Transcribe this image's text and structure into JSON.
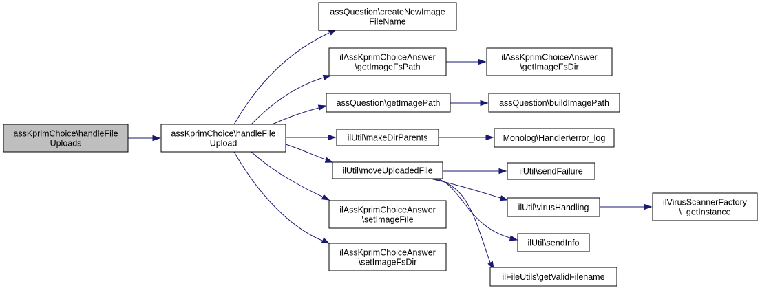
{
  "graph": {
    "colors": {
      "edge": "#191970",
      "root_fill": "#bfbfbf",
      "node_fill": "#ffffff",
      "border": "#000000"
    },
    "nodes": [
      {
        "id": "root",
        "lines": [
          "assKprimChoice\\handleFile",
          "Uploads"
        ],
        "highlighted": true
      },
      {
        "id": "handle",
        "lines": [
          "assKprimChoice\\handleFile",
          "Upload"
        ]
      },
      {
        "id": "createNew",
        "lines": [
          "assQuestion\\createNewImage",
          "FileName"
        ]
      },
      {
        "id": "getFsPath",
        "lines": [
          "ilAssKprimChoiceAnswer",
          "\\getImageFsPath"
        ]
      },
      {
        "id": "getFsDir",
        "lines": [
          "ilAssKprimChoiceAnswer",
          "\\getImageFsDir"
        ]
      },
      {
        "id": "getImagePath",
        "lines": [
          "assQuestion\\getImagePath"
        ]
      },
      {
        "id": "buildImagePath",
        "lines": [
          "assQuestion\\buildImagePath"
        ]
      },
      {
        "id": "makeDirParents",
        "lines": [
          "ilUtil\\makeDirParents"
        ]
      },
      {
        "id": "errorLog",
        "lines": [
          "Monolog\\Handler\\error_log"
        ]
      },
      {
        "id": "moveUploaded",
        "lines": [
          "ilUtil\\moveUploadedFile"
        ]
      },
      {
        "id": "sendFailure",
        "lines": [
          "ilUtil\\sendFailure"
        ]
      },
      {
        "id": "virusHandling",
        "lines": [
          "ilUtil\\virusHandling"
        ]
      },
      {
        "id": "virusFactory",
        "lines": [
          "ilVirusScannerFactory",
          "\\_getInstance"
        ]
      },
      {
        "id": "sendInfo",
        "lines": [
          "ilUtil\\sendInfo"
        ]
      },
      {
        "id": "validFilename",
        "lines": [
          "ilFileUtils\\getValidFilename"
        ]
      },
      {
        "id": "setImageFile",
        "lines": [
          "ilAssKprimChoiceAnswer",
          "\\setImageFile"
        ]
      },
      {
        "id": "setImageFsDir",
        "lines": [
          "ilAssKprimChoiceAnswer",
          "\\setImageFsDir"
        ]
      }
    ],
    "edges": [
      {
        "from": "root",
        "to": "handle"
      },
      {
        "from": "handle",
        "to": "createNew"
      },
      {
        "from": "handle",
        "to": "getFsPath"
      },
      {
        "from": "handle",
        "to": "getImagePath"
      },
      {
        "from": "handle",
        "to": "makeDirParents"
      },
      {
        "from": "handle",
        "to": "moveUploaded"
      },
      {
        "from": "handle",
        "to": "setImageFile"
      },
      {
        "from": "handle",
        "to": "setImageFsDir"
      },
      {
        "from": "getFsPath",
        "to": "getFsDir"
      },
      {
        "from": "getImagePath",
        "to": "buildImagePath"
      },
      {
        "from": "makeDirParents",
        "to": "errorLog"
      },
      {
        "from": "moveUploaded",
        "to": "sendFailure"
      },
      {
        "from": "moveUploaded",
        "to": "virusHandling"
      },
      {
        "from": "moveUploaded",
        "to": "sendInfo"
      },
      {
        "from": "moveUploaded",
        "to": "validFilename"
      },
      {
        "from": "virusHandling",
        "to": "virusFactory"
      }
    ]
  }
}
